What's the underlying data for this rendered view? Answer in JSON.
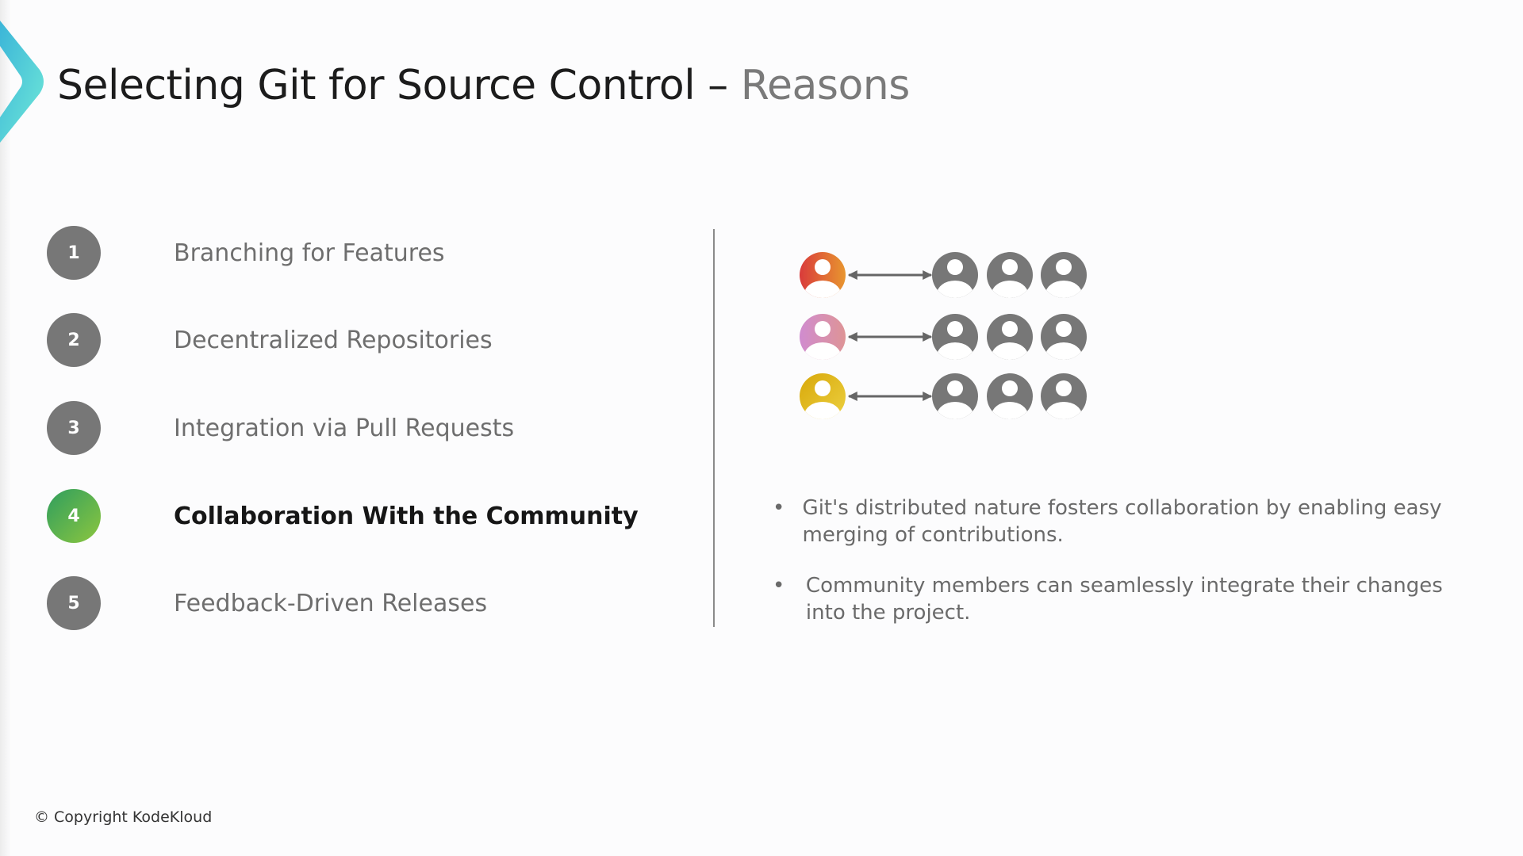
{
  "slide": {
    "title": "Selecting Git for Source Control –",
    "title_sub": "Reasons",
    "items": [
      {
        "number": "1",
        "label": "Branching for Features"
      },
      {
        "number": "2",
        "label": "Decentralized Repositories"
      },
      {
        "number": "3",
        "label": "Integration via Pull Requests"
      },
      {
        "number": "4",
        "label": "Collaboration With the Community"
      },
      {
        "number": "5",
        "label": "Feedback-Driven Releases"
      }
    ],
    "active_item": 4,
    "bullet_char": "•",
    "bullets": [
      "Git's distributed nature fosters collaboration by enabling easy merging of contributions.",
      "Community members can seamlessly integrate their changes into the project."
    ],
    "copyright": "© Copyright KodeKloud"
  },
  "colors": {
    "accent_green": "#6cbf4a",
    "gray": "#777777",
    "user_red": "#e0593a",
    "user_pink": "#d691c4",
    "user_yellow": "#e2b820"
  }
}
